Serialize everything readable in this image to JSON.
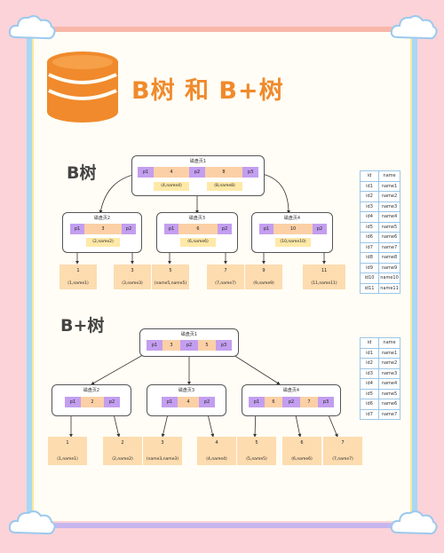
{
  "title": "B树 和 B+树",
  "btree": {
    "label": "B树",
    "root": {
      "title": "磁盘页1",
      "p1": "p1",
      "k1": "4",
      "p2": "p2",
      "k2": "8",
      "p3": "p3",
      "d1": "(4,name4)",
      "d2": "(8,name8)"
    },
    "mids": [
      {
        "title": "磁盘页2",
        "p1": "p1",
        "k": "3",
        "p2": "p2",
        "d": "(2,name2)"
      },
      {
        "title": "磁盘页3",
        "p1": "p1",
        "k": "6",
        "p2": "p2",
        "d": "(6,name6)"
      },
      {
        "title": "磁盘页4",
        "p1": "p1",
        "k": "10",
        "p2": "p2",
        "d": "(10,name10)"
      }
    ],
    "leaves": [
      {
        "k": "1",
        "v": "(1,name1)"
      },
      {
        "k": "3",
        "v": "(3,name3)"
      },
      {
        "k": "5",
        "v": "(name5,name5)"
      },
      {
        "k": "7",
        "v": "(7,name7)"
      },
      {
        "k": "9",
        "v": "(9,name9)"
      },
      {
        "k": "11",
        "v": "(11,name11)"
      }
    ],
    "table": {
      "headers": [
        "id",
        "name"
      ],
      "rows": [
        [
          "id1",
          "name1"
        ],
        [
          "id2",
          "name2"
        ],
        [
          "id3",
          "name3"
        ],
        [
          "id4",
          "name4"
        ],
        [
          "id5",
          "name5"
        ],
        [
          "id6",
          "name6"
        ],
        [
          "id7",
          "name7"
        ],
        [
          "id8",
          "name8"
        ],
        [
          "id9",
          "name9"
        ],
        [
          "id10",
          "name10"
        ],
        [
          "id11",
          "name11"
        ]
      ]
    }
  },
  "bplus": {
    "label": "B+树",
    "root": {
      "title": "磁盘页1",
      "cells": [
        "p1",
        "3",
        "p2",
        "5",
        "p3"
      ]
    },
    "mids": [
      {
        "title": "磁盘页2",
        "cells": [
          "p1",
          "2",
          "p2"
        ]
      },
      {
        "title": "磁盘页3",
        "cells": [
          "p1",
          "4",
          "p2"
        ]
      },
      {
        "title": "磁盘页4",
        "cells": [
          "p1",
          "6",
          "p2",
          "7",
          "p3"
        ]
      }
    ],
    "leaves": [
      {
        "k": "1",
        "v": "(1,name1)"
      },
      {
        "k": "2",
        "v": "(2,name2)"
      },
      {
        "k": "3",
        "v": "(name3,name3)"
      },
      {
        "k": "4",
        "v": "(4,name4)"
      },
      {
        "k": "5",
        "v": "(5,name5)"
      },
      {
        "k": "6",
        "v": "(6,name6)"
      },
      {
        "k": "7",
        "v": "(7,name7)"
      }
    ],
    "table": {
      "headers": [
        "id",
        "name"
      ],
      "rows": [
        [
          "id1",
          "name1"
        ],
        [
          "id2",
          "name2"
        ],
        [
          "id3",
          "name3"
        ],
        [
          "id4",
          "name4"
        ],
        [
          "id5",
          "name5"
        ],
        [
          "id6",
          "name6"
        ],
        [
          "id7",
          "name7"
        ]
      ]
    }
  },
  "colors": {
    "accent": "#f08a2c",
    "pointer": "#c39ef0",
    "key": "#fbd0a6",
    "data": "#ffe9a8",
    "border_pink": "#fbd3d8"
  },
  "icons": {
    "db": "database-icon",
    "cloud": "cloud-icon"
  }
}
